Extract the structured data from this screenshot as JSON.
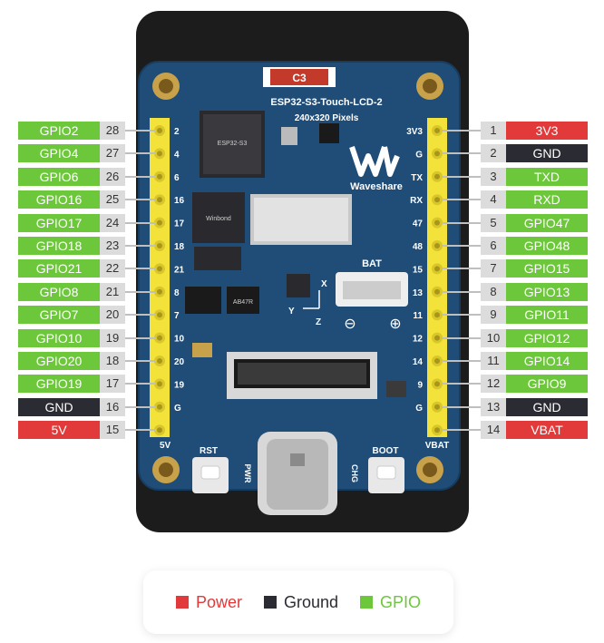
{
  "board": {
    "title": "ESP32-S3-Touch-LCD-2",
    "subtitle": "240x320 Pixels",
    "brand": "Waveshare",
    "cap_label": "C3",
    "bat_label": "BAT",
    "axis_x": "X",
    "axis_y": "Y",
    "axis_z": "Z",
    "bat_minus": "⊖",
    "bat_plus": "⊕",
    "rst_label": "RST",
    "pwr_label": "PWR",
    "chg_label": "CHG",
    "boot_label": "BOOT",
    "vbat_label": "VBAT",
    "fivev_label": "5V",
    "chip_text": "ESP32-S3",
    "flash_brand": "Winbond",
    "ldo_text": "AB47R",
    "left_silk": [
      "2",
      "4",
      "6",
      "16",
      "17",
      "18",
      "21",
      "8",
      "7",
      "10",
      "20",
      "19",
      "G",
      "5V"
    ],
    "right_silk": [
      "3V3",
      "G",
      "TX",
      "RX",
      "47",
      "48",
      "15",
      "13",
      "11",
      "12",
      "14",
      "9",
      "G",
      "VBAT"
    ]
  },
  "left_pins": [
    {
      "label": "GPIO2",
      "num": "28",
      "type": "gpio"
    },
    {
      "label": "GPIO4",
      "num": "27",
      "type": "gpio"
    },
    {
      "label": "GPIO6",
      "num": "26",
      "type": "gpio"
    },
    {
      "label": "GPIO16",
      "num": "25",
      "type": "gpio"
    },
    {
      "label": "GPIO17",
      "num": "24",
      "type": "gpio"
    },
    {
      "label": "GPIO18",
      "num": "23",
      "type": "gpio"
    },
    {
      "label": "GPIO21",
      "num": "22",
      "type": "gpio"
    },
    {
      "label": "GPIO8",
      "num": "21",
      "type": "gpio"
    },
    {
      "label": "GPIO7",
      "num": "20",
      "type": "gpio"
    },
    {
      "label": "GPIO10",
      "num": "19",
      "type": "gpio"
    },
    {
      "label": "GPIO20",
      "num": "18",
      "type": "gpio"
    },
    {
      "label": "GPIO19",
      "num": "17",
      "type": "gpio"
    },
    {
      "label": "GND",
      "num": "16",
      "type": "ground"
    },
    {
      "label": "5V",
      "num": "15",
      "type": "power"
    }
  ],
  "right_pins": [
    {
      "label": "3V3",
      "num": "1",
      "type": "power"
    },
    {
      "label": "GND",
      "num": "2",
      "type": "ground"
    },
    {
      "label": "TXD",
      "num": "3",
      "type": "gpio"
    },
    {
      "label": "RXD",
      "num": "4",
      "type": "gpio"
    },
    {
      "label": "GPIO47",
      "num": "5",
      "type": "gpio"
    },
    {
      "label": "GPIO48",
      "num": "6",
      "type": "gpio"
    },
    {
      "label": "GPIO15",
      "num": "7",
      "type": "gpio"
    },
    {
      "label": "GPIO13",
      "num": "8",
      "type": "gpio"
    },
    {
      "label": "GPIO11",
      "num": "9",
      "type": "gpio"
    },
    {
      "label": "GPIO12",
      "num": "10",
      "type": "gpio"
    },
    {
      "label": "GPIO14",
      "num": "11",
      "type": "gpio"
    },
    {
      "label": "GPIO9",
      "num": "12",
      "type": "gpio"
    },
    {
      "label": "GND",
      "num": "13",
      "type": "ground"
    },
    {
      "label": "VBAT",
      "num": "14",
      "type": "power"
    }
  ],
  "legend": {
    "items": [
      {
        "label": "Power",
        "color": "#e23a3a",
        "text_color": "#e23a3a"
      },
      {
        "label": "Ground",
        "color": "#2b2b33",
        "text_color": "#2b2b33"
      },
      {
        "label": "GPIO",
        "color": "#6cc83a",
        "text_color": "#6cc83a"
      }
    ]
  },
  "colors": {
    "gpio": "#6cc83a",
    "ground": "#2b2b33",
    "power": "#e23a3a",
    "pcb": "#1f4d78",
    "header": "#f2e23a"
  }
}
